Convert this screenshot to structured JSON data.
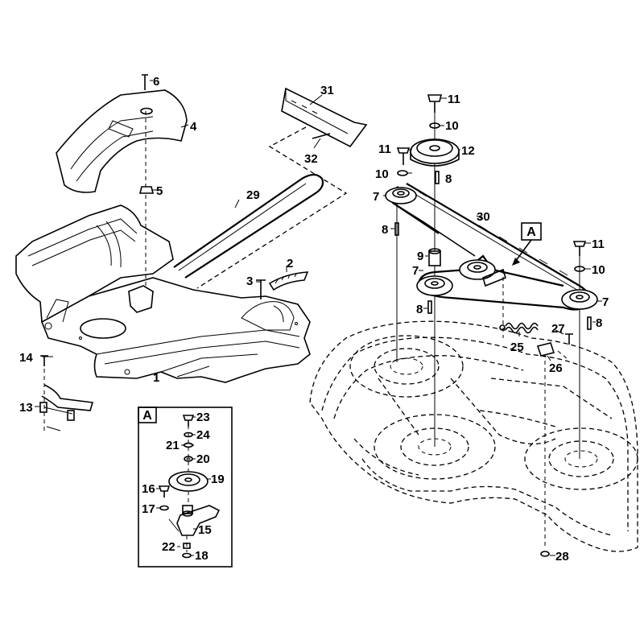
{
  "labels": {
    "p1": "1",
    "p2": "2",
    "p3": "3",
    "p4": "4",
    "p5": "5",
    "p6": "6",
    "p7": "7",
    "p8": "8",
    "p9": "9",
    "p10": "10",
    "p11": "11",
    "p12": "12",
    "p13": "13",
    "p14": "14",
    "p15": "15",
    "p16": "16",
    "p17": "17",
    "p18": "18",
    "p19": "19",
    "p20": "20",
    "p21": "21",
    "p22": "22",
    "p23": "23",
    "p24": "24",
    "p25": "25",
    "p26": "26",
    "p27": "27",
    "p28": "28",
    "p29": "29",
    "p30": "30",
    "p31": "31",
    "p32": "32"
  },
  "callouts": {
    "detail_marker": "A",
    "detail_box": "A"
  }
}
